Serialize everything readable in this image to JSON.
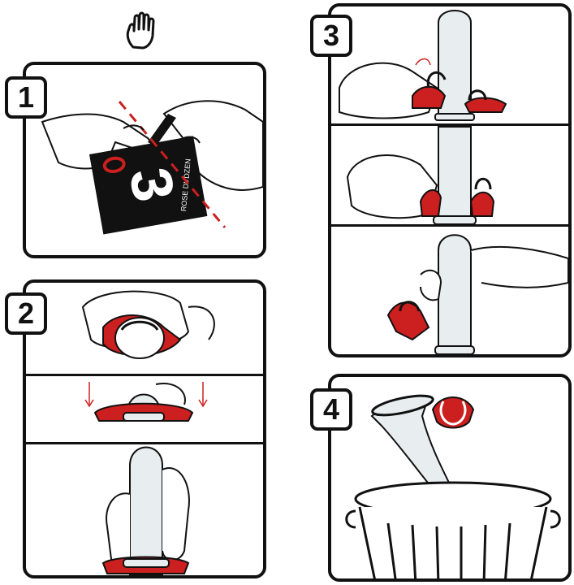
{
  "steps": [
    {
      "number": "1"
    },
    {
      "number": "2"
    },
    {
      "number": "3"
    },
    {
      "number": "4"
    }
  ],
  "sachet": {
    "logo": "3",
    "brand_text": "ROSE DVDZEN"
  },
  "colors": {
    "outline": "#111111",
    "accent": "#cc1f1f",
    "condom": "#e8eef0",
    "background": "#ffffff"
  },
  "icons": [
    "hand-stop-icon",
    "scissor-cut-line",
    "arrow-down-icon",
    "trash-bin-icon"
  ]
}
